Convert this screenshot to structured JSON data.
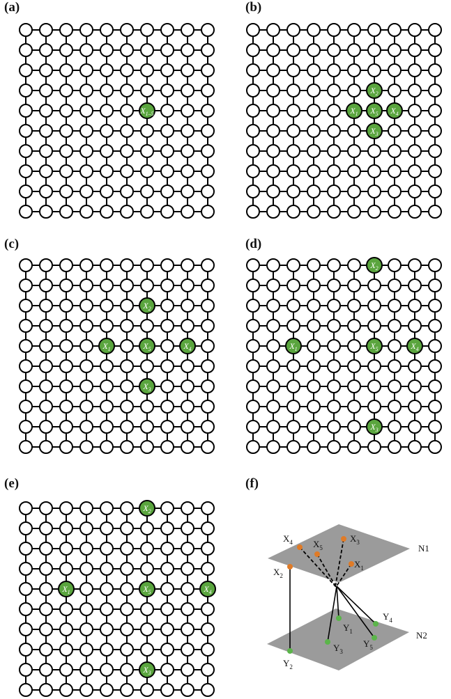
{
  "panels": [
    {
      "id": "a",
      "label": "(a)",
      "highlights": [
        {
          "row": 4,
          "col": 6,
          "text": "X",
          "sub": "1–5"
        }
      ]
    },
    {
      "id": "b",
      "label": "(b)",
      "highlights": [
        {
          "row": 3,
          "col": 6,
          "text": "X",
          "sub": "2"
        },
        {
          "row": 4,
          "col": 5,
          "text": "X",
          "sub": "1"
        },
        {
          "row": 4,
          "col": 6,
          "text": "X",
          "sub": "5"
        },
        {
          "row": 4,
          "col": 7,
          "text": "X",
          "sub": "4"
        },
        {
          "row": 5,
          "col": 6,
          "text": "X",
          "sub": "3"
        }
      ]
    },
    {
      "id": "c",
      "label": "(c)",
      "highlights": [
        {
          "row": 2,
          "col": 6,
          "text": "X",
          "sub": "2"
        },
        {
          "row": 4,
          "col": 4,
          "text": "X",
          "sub": "1"
        },
        {
          "row": 4,
          "col": 6,
          "text": "X",
          "sub": "5"
        },
        {
          "row": 4,
          "col": 8,
          "text": "X",
          "sub": "4"
        },
        {
          "row": 6,
          "col": 6,
          "text": "X",
          "sub": "3"
        }
      ]
    },
    {
      "id": "d",
      "label": "(d)",
      "highlights": [
        {
          "row": 0,
          "col": 6,
          "text": "X",
          "sub": "2"
        },
        {
          "row": 4,
          "col": 2,
          "text": "X",
          "sub": "1"
        },
        {
          "row": 4,
          "col": 6,
          "text": "X",
          "sub": "5"
        },
        {
          "row": 4,
          "col": 8,
          "text": "X",
          "sub": "4"
        },
        {
          "row": 8,
          "col": 6,
          "text": "X",
          "sub": "3"
        }
      ]
    },
    {
      "id": "e",
      "label": "(e)",
      "highlights": [
        {
          "row": 0,
          "col": 6,
          "text": "X",
          "sub": "2"
        },
        {
          "row": 4,
          "col": 2,
          "text": "X",
          "sub": "1"
        },
        {
          "row": 4,
          "col": 6,
          "text": "X",
          "sub": "5"
        },
        {
          "row": 4,
          "col": 9,
          "text": "X",
          "sub": "4"
        },
        {
          "row": 8,
          "col": 6,
          "text": "X",
          "sub": "3"
        }
      ]
    }
  ],
  "lattice": {
    "rows": 10,
    "cols": 10
  },
  "network_panel": {
    "label": "(f)",
    "layer_top": "N1",
    "layer_bottom": "N2",
    "x_nodes": [
      {
        "text": "X",
        "sub": "4"
      },
      {
        "text": "X",
        "sub": "5"
      },
      {
        "text": "X",
        "sub": "3"
      },
      {
        "text": "X",
        "sub": "1"
      },
      {
        "text": "X",
        "sub": "2"
      }
    ],
    "y_nodes": [
      {
        "text": "Y",
        "sub": "4"
      },
      {
        "text": "Y",
        "sub": "1"
      },
      {
        "text": "Y",
        "sub": "3"
      },
      {
        "text": "Y",
        "sub": "5"
      },
      {
        "text": "Y",
        "sub": "2"
      }
    ]
  },
  "colors": {
    "highlight": "#5aa53e",
    "plane": "#9b9b9b",
    "x_node": "#e07b27",
    "y_node": "#5bb54a"
  }
}
